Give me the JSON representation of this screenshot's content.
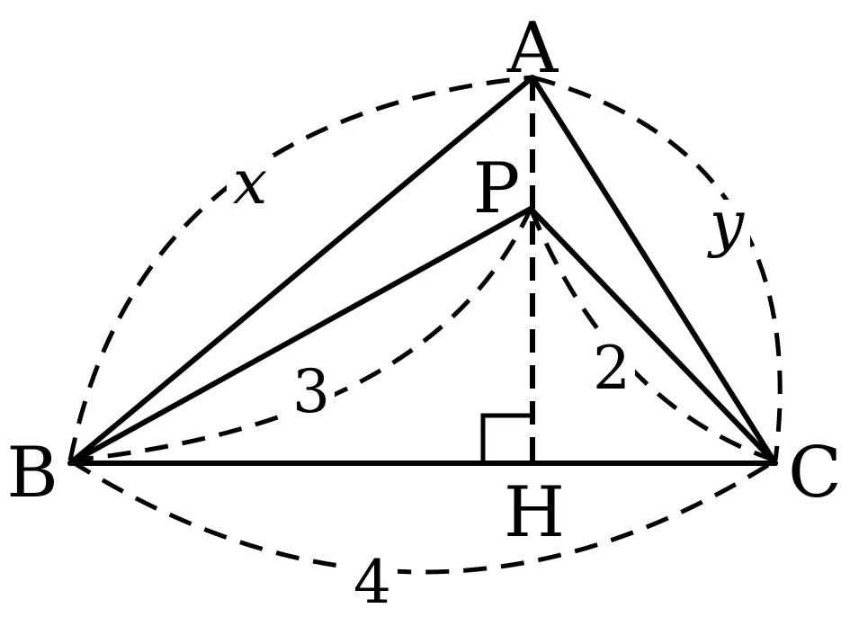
{
  "points": {
    "A": "A",
    "B": "B",
    "C": "C",
    "P": "P",
    "H": "H"
  },
  "lengths": {
    "AB": "x",
    "AC": "y",
    "PB": "3",
    "PC": "2",
    "BC": "4"
  }
}
